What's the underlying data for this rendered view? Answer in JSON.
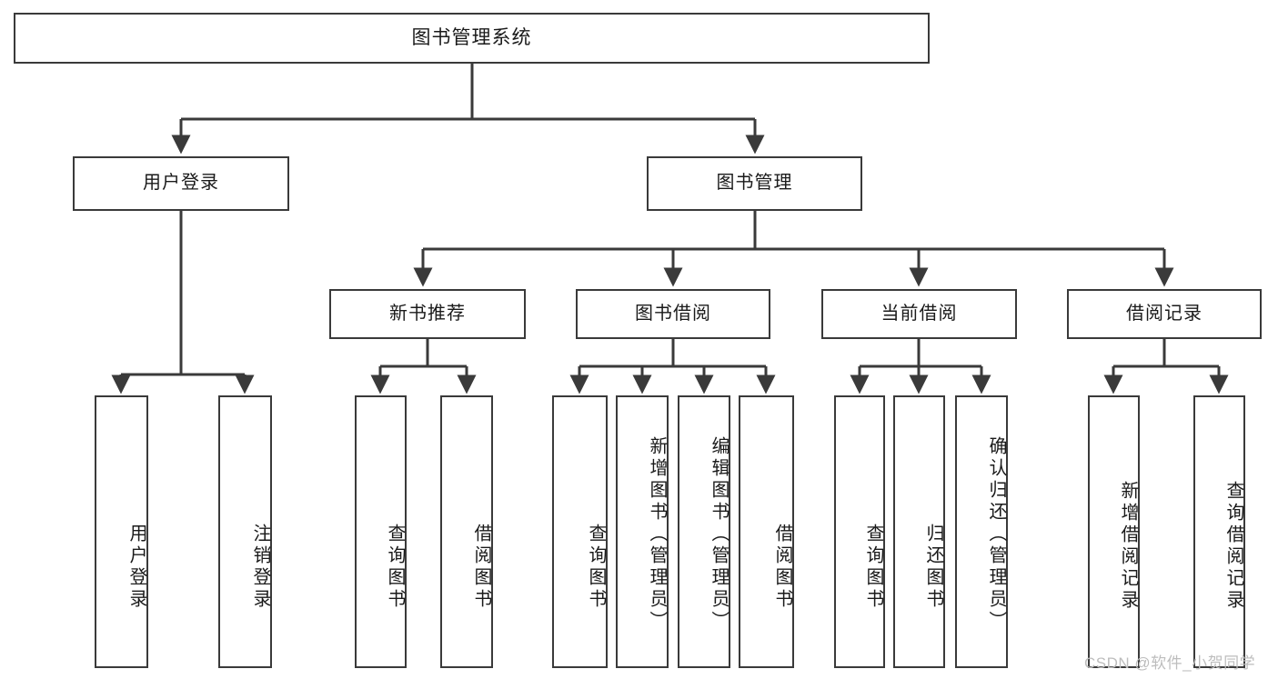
{
  "diagram": {
    "title": "图书管理系统",
    "type": "tree",
    "watermark": "CSDN @软件_小贺同学",
    "colors": {
      "border": "#3a3a3a",
      "text": "#1a1a1a",
      "background": "#ffffff",
      "watermark": "#bdbdbd"
    },
    "nodes": {
      "root": {
        "label": "图书管理系统",
        "level": 1
      },
      "user_login": {
        "label": "用户登录",
        "level": 2
      },
      "book_manage": {
        "label": "图书管理",
        "level": 2
      },
      "new_book_rec": {
        "label": "新书推荐",
        "level": 3
      },
      "book_borrow": {
        "label": "图书借阅",
        "level": 3
      },
      "current_borrow": {
        "label": "当前借阅",
        "level": 3
      },
      "borrow_record": {
        "label": "借阅记录",
        "level": 3
      },
      "leaf_user_login": {
        "label": "用户登录",
        "level": 4
      },
      "leaf_logout": {
        "label": "注销登录",
        "level": 4
      },
      "leaf_query_book_1": {
        "label": "查询图书",
        "level": 4
      },
      "leaf_borrow_book_1": {
        "label": "借阅图书",
        "level": 4
      },
      "leaf_query_book_2": {
        "label": "查询图书",
        "level": 4
      },
      "leaf_add_book": {
        "label": "新增图书（管理员）",
        "level": 4
      },
      "leaf_edit_book": {
        "label": "编辑图书（管理员）",
        "level": 4
      },
      "leaf_borrow_book_2": {
        "label": "借阅图书",
        "level": 4
      },
      "leaf_query_book_3": {
        "label": "查询图书",
        "level": 4
      },
      "leaf_return_book": {
        "label": "归还图书",
        "level": 4
      },
      "leaf_confirm_return": {
        "label": "确认归还（管理员）",
        "level": 4
      },
      "leaf_add_record": {
        "label": "新增借阅记录",
        "level": 4
      },
      "leaf_query_record": {
        "label": "查询借阅记录",
        "level": 4
      }
    },
    "edges": [
      {
        "from": "root",
        "to": "user_login"
      },
      {
        "from": "root",
        "to": "book_manage"
      },
      {
        "from": "user_login",
        "to": "leaf_user_login"
      },
      {
        "from": "user_login",
        "to": "leaf_logout"
      },
      {
        "from": "book_manage",
        "to": "new_book_rec"
      },
      {
        "from": "book_manage",
        "to": "book_borrow"
      },
      {
        "from": "book_manage",
        "to": "current_borrow"
      },
      {
        "from": "book_manage",
        "to": "borrow_record"
      },
      {
        "from": "new_book_rec",
        "to": "leaf_query_book_1"
      },
      {
        "from": "new_book_rec",
        "to": "leaf_borrow_book_1"
      },
      {
        "from": "book_borrow",
        "to": "leaf_query_book_2"
      },
      {
        "from": "book_borrow",
        "to": "leaf_add_book"
      },
      {
        "from": "book_borrow",
        "to": "leaf_edit_book"
      },
      {
        "from": "book_borrow",
        "to": "leaf_borrow_book_2"
      },
      {
        "from": "current_borrow",
        "to": "leaf_query_book_3"
      },
      {
        "from": "current_borrow",
        "to": "leaf_return_book"
      },
      {
        "from": "current_borrow",
        "to": "leaf_confirm_return"
      },
      {
        "from": "borrow_record",
        "to": "leaf_add_record"
      },
      {
        "from": "borrow_record",
        "to": "leaf_query_record"
      }
    ]
  }
}
